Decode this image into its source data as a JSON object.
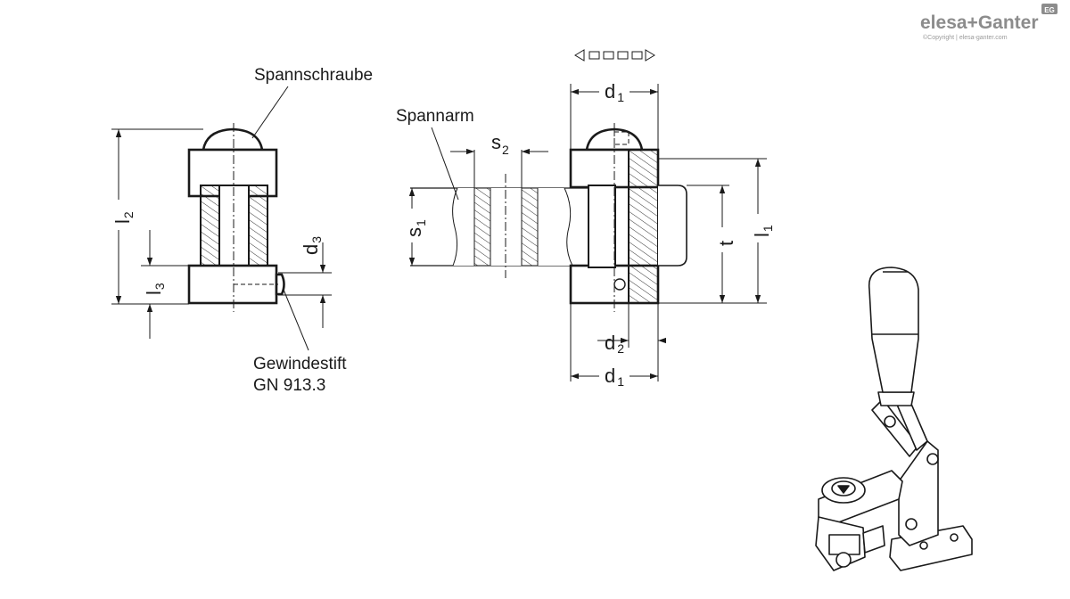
{
  "brand": {
    "logo_text": "elesa+Ganter",
    "badge_text": "EG",
    "copyright": "©Copyright | elesa-ganter.com",
    "color": "#8c8c8c"
  },
  "labels": {
    "spannschraube": "Spannschraube",
    "spannarm": "Spannarm",
    "gewindestift_1": "Gewindestift",
    "gewindestift_2": "GN 913.3"
  },
  "dimensions": {
    "l": "l",
    "d": "d",
    "s": "s",
    "t": "t",
    "sub_1": "1",
    "sub_2": "2",
    "sub_3": "3"
  },
  "icons": {
    "direction_indicator": "direction-arrows-icon",
    "product_image": "toggle-clamp-illustration"
  }
}
